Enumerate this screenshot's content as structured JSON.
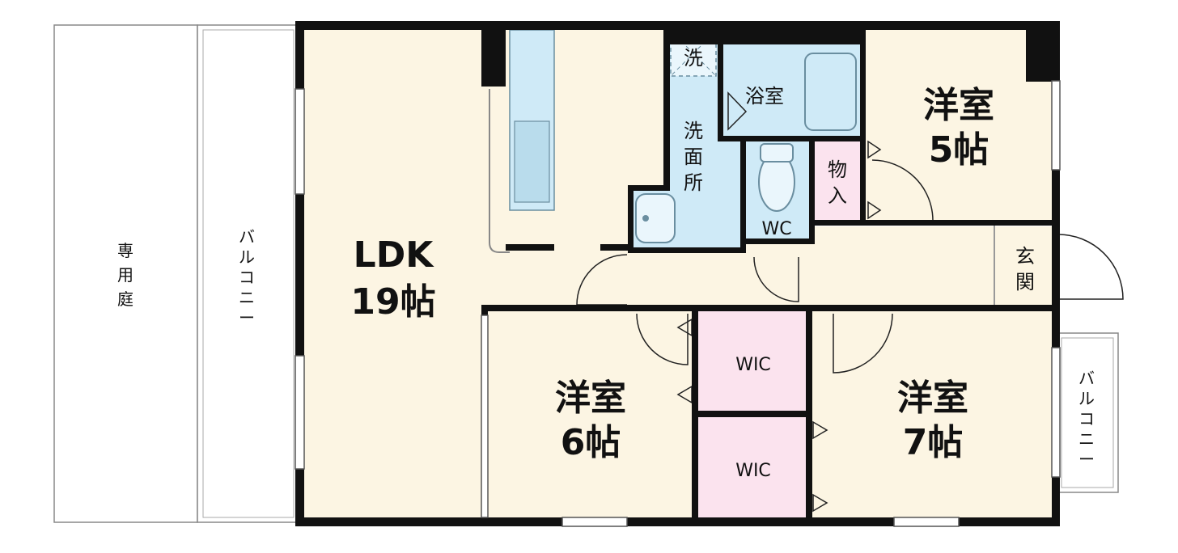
{
  "colors": {
    "floor": "#fcf5e3",
    "wet": "#cfeaf7",
    "storage": "#fbe3ee",
    "wall": "#111111",
    "outdoor": "#ffffff"
  },
  "rooms": {
    "ldk": {
      "name": "LDK",
      "size": "19帖"
    },
    "west5": {
      "name": "洋室",
      "size": "5帖"
    },
    "west6": {
      "name": "洋室",
      "size": "6帖"
    },
    "west7": {
      "name": "洋室",
      "size": "7帖"
    },
    "bath": "浴室",
    "washroom": [
      "洗",
      "面",
      "所"
    ],
    "washer": "洗",
    "wc": "WC",
    "storage": [
      "物",
      "入"
    ],
    "entrance": [
      "玄",
      "関"
    ],
    "wic_upper": "WIC",
    "wic_lower": "WIC"
  },
  "outdoor": {
    "private_garden": [
      "専",
      "用",
      "庭"
    ],
    "balcony_left": [
      "バ",
      "ル",
      "コ",
      "ニ",
      "ー"
    ],
    "balcony_right": [
      "バ",
      "ル",
      "コ",
      "ニ",
      "ー"
    ]
  }
}
